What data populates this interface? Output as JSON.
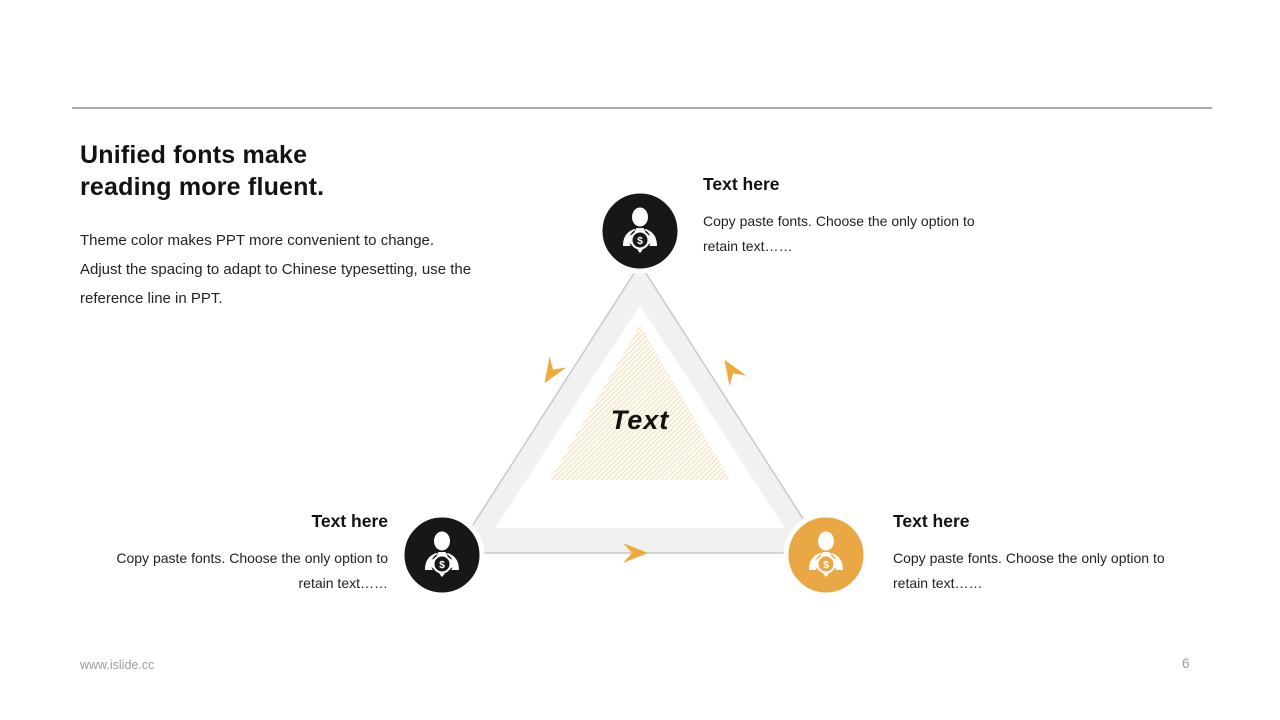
{
  "slide": {
    "title_line1": "Unified fonts make",
    "title_line2": "reading more fluent.",
    "intro_lines": [
      "Theme color makes PPT more convenient to change.",
      "Adjust the spacing to adapt to Chinese typesetting, use the",
      "reference line in PPT."
    ],
    "footer_url": "www.islide.cc",
    "page_number": "6"
  },
  "diagram": {
    "center_label": "Text",
    "nodes": [
      {
        "id": "top",
        "heading": "Text here",
        "desc_line1": "Copy paste fonts. Choose the only option to",
        "desc_line2": "retain text……"
      },
      {
        "id": "bottom-left",
        "heading": "Text here",
        "desc_line1": "Copy paste fonts. Choose the only option to",
        "desc_line2": "retain text……"
      },
      {
        "id": "bottom-right",
        "heading": "Text here",
        "desc_line1": "Copy paste fonts. Choose the only option to",
        "desc_line2": "retain text……"
      }
    ]
  },
  "icons": {
    "node": "person-money-bag-icon",
    "dollar_glyph": "$",
    "arrow": "chevron-arrow"
  },
  "colors": {
    "accent": "#EFA93C",
    "node_dark": "#171717",
    "node_accent": "#E9A843",
    "band_fill": "#F1F1F2",
    "band_stroke": "#C9C9C9",
    "hatch": "#F6DFB7",
    "center_text": "#111111"
  }
}
